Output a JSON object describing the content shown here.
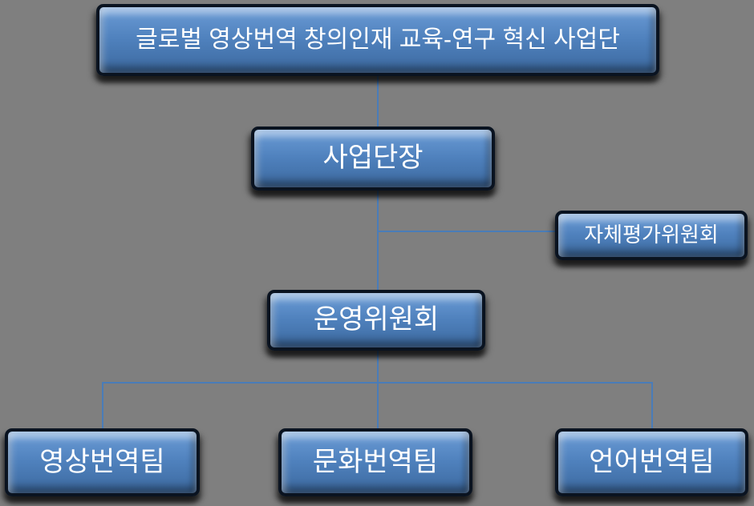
{
  "diagram": {
    "type": "org-chart",
    "background_color": "#7f7f7f",
    "box_fill_color": "#4f81bd",
    "box_border_color": "#0a1320",
    "connector_color": "#4a7cb8",
    "text_color": "#ffffff",
    "nodes": [
      {
        "id": "root",
        "label": "글로벌 영상번역 창의인재 교육-연구 혁신 사업단",
        "level": 1,
        "parent": null
      },
      {
        "id": "director",
        "label": "사업단장",
        "level": 2,
        "parent": "root"
      },
      {
        "id": "self-eval",
        "label": "자체평가위원회",
        "level": 2.5,
        "parent": "director",
        "attachment": "side-branch"
      },
      {
        "id": "steering",
        "label": "운영위원회",
        "level": 3,
        "parent": "director"
      },
      {
        "id": "team-video",
        "label": "영상번역팀",
        "level": 4,
        "parent": "steering"
      },
      {
        "id": "team-culture",
        "label": "문화번역팀",
        "level": 4,
        "parent": "steering"
      },
      {
        "id": "team-language",
        "label": "언어번역팀",
        "level": 4,
        "parent": "steering"
      }
    ]
  }
}
